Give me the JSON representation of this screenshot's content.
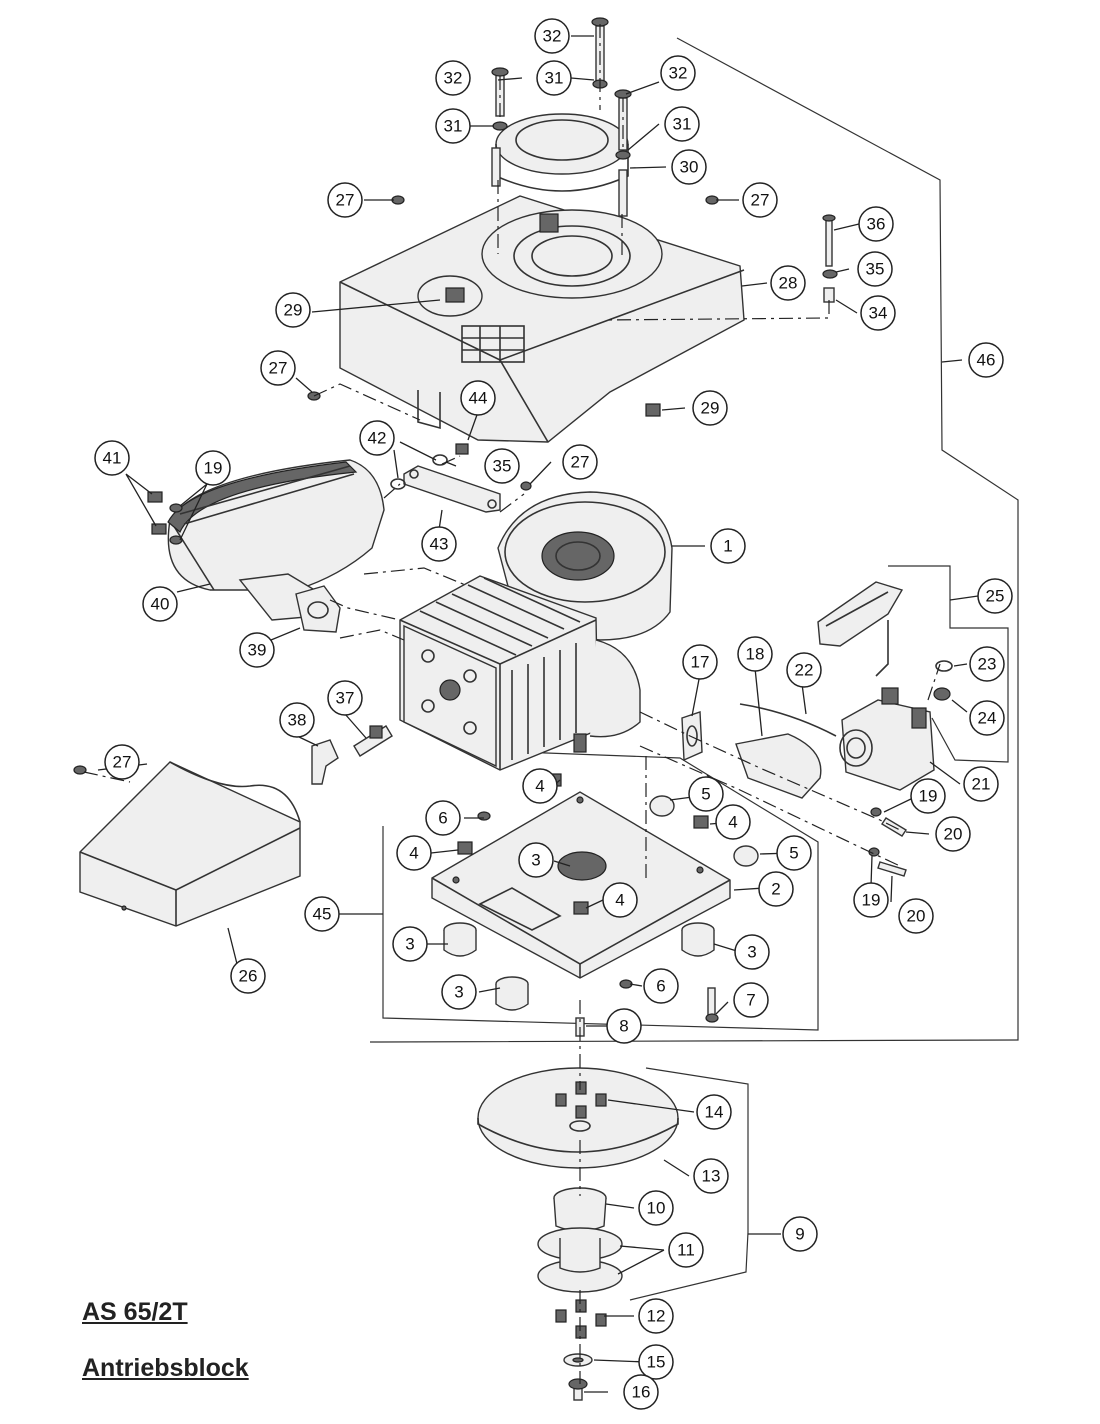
{
  "title": {
    "model": "AS 65/2T",
    "assembly": "Antriebsblock"
  },
  "callouts": [
    {
      "id": "c1",
      "label": "1"
    },
    {
      "id": "c2",
      "label": "2"
    },
    {
      "id": "c3a",
      "label": "3"
    },
    {
      "id": "c3b",
      "label": "3"
    },
    {
      "id": "c3c",
      "label": "3"
    },
    {
      "id": "c3d",
      "label": "3"
    },
    {
      "id": "c4a",
      "label": "4"
    },
    {
      "id": "c4b",
      "label": "4"
    },
    {
      "id": "c4c",
      "label": "4"
    },
    {
      "id": "c4d",
      "label": "4"
    },
    {
      "id": "c5a",
      "label": "5"
    },
    {
      "id": "c5b",
      "label": "5"
    },
    {
      "id": "c6a",
      "label": "6"
    },
    {
      "id": "c6b",
      "label": "6"
    },
    {
      "id": "c7",
      "label": "7"
    },
    {
      "id": "c8",
      "label": "8"
    },
    {
      "id": "c9",
      "label": "9"
    },
    {
      "id": "c10",
      "label": "10"
    },
    {
      "id": "c11",
      "label": "11"
    },
    {
      "id": "c12",
      "label": "12"
    },
    {
      "id": "c13",
      "label": "13"
    },
    {
      "id": "c14",
      "label": "14"
    },
    {
      "id": "c15",
      "label": "15"
    },
    {
      "id": "c16",
      "label": "16"
    },
    {
      "id": "c17",
      "label": "17"
    },
    {
      "id": "c18",
      "label": "18"
    },
    {
      "id": "c19a",
      "label": "19"
    },
    {
      "id": "c19b",
      "label": "19"
    },
    {
      "id": "c19c",
      "label": "19"
    },
    {
      "id": "c20a",
      "label": "20"
    },
    {
      "id": "c20b",
      "label": "20"
    },
    {
      "id": "c21",
      "label": "21"
    },
    {
      "id": "c22",
      "label": "22"
    },
    {
      "id": "c23",
      "label": "23"
    },
    {
      "id": "c24",
      "label": "24"
    },
    {
      "id": "c25",
      "label": "25"
    },
    {
      "id": "c26",
      "label": "26"
    },
    {
      "id": "c27a",
      "label": "27"
    },
    {
      "id": "c27b",
      "label": "27"
    },
    {
      "id": "c27c",
      "label": "27"
    },
    {
      "id": "c27d",
      "label": "27"
    },
    {
      "id": "c27e",
      "label": "27"
    },
    {
      "id": "c28",
      "label": "28"
    },
    {
      "id": "c29a",
      "label": "29"
    },
    {
      "id": "c29b",
      "label": "29"
    },
    {
      "id": "c30",
      "label": "30"
    },
    {
      "id": "c31a",
      "label": "31"
    },
    {
      "id": "c31b",
      "label": "31"
    },
    {
      "id": "c31c",
      "label": "31"
    },
    {
      "id": "c32a",
      "label": "32"
    },
    {
      "id": "c32b",
      "label": "32"
    },
    {
      "id": "c32c",
      "label": "32"
    },
    {
      "id": "c34",
      "label": "34"
    },
    {
      "id": "c35a",
      "label": "35"
    },
    {
      "id": "c35b",
      "label": "35"
    },
    {
      "id": "c36",
      "label": "36"
    },
    {
      "id": "c37",
      "label": "37"
    },
    {
      "id": "c38",
      "label": "38"
    },
    {
      "id": "c39",
      "label": "39"
    },
    {
      "id": "c40",
      "label": "40"
    },
    {
      "id": "c41",
      "label": "41"
    },
    {
      "id": "c42",
      "label": "42"
    },
    {
      "id": "c43",
      "label": "43"
    },
    {
      "id": "c44",
      "label": "44"
    },
    {
      "id": "c45",
      "label": "45"
    },
    {
      "id": "c46",
      "label": "46"
    }
  ]
}
